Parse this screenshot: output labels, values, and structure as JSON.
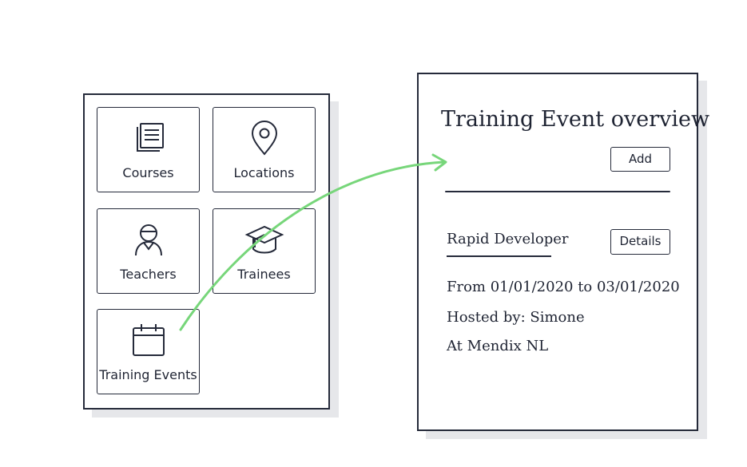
{
  "menu": {
    "tiles": [
      {
        "label": "Courses",
        "icon": "courses-icon"
      },
      {
        "label": "Locations",
        "icon": "location-pin-icon"
      },
      {
        "label": "Teachers",
        "icon": "teacher-icon"
      },
      {
        "label": "Trainees",
        "icon": "graduation-cap-icon"
      },
      {
        "label": "Training Events",
        "icon": "calendar-icon"
      }
    ]
  },
  "overview": {
    "title": "Training Event overview",
    "add_label": "Add",
    "event": {
      "name": "Rapid Developer",
      "details_label": "Details",
      "dates": "From 01/01/2020 to 03/01/2020",
      "host": "Hosted by: Simone",
      "location": "At Mendix NL"
    }
  },
  "colors": {
    "ink": "#252a3a",
    "arrow": "#77d67a",
    "shadow": "#e6e7ea"
  }
}
